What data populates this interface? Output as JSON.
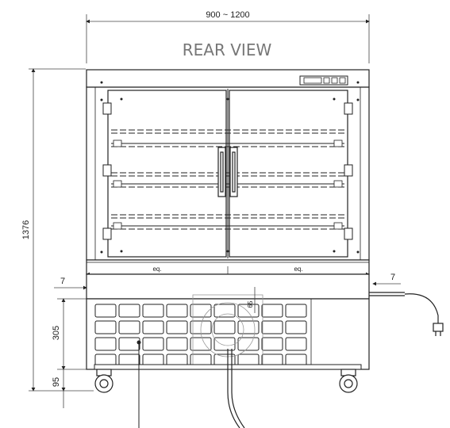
{
  "title": "REAR VIEW",
  "dimensions": {
    "width_range": "900 ~ 1200",
    "total_height": "1376",
    "lower_section": "305",
    "feet": "95",
    "left_offset": "7",
    "right_offset": "7",
    "left_eq": "eq.",
    "right_eq": "eq.",
    "small_gap": "65"
  },
  "colors": {
    "line": "#222222",
    "title_gray": "#777777",
    "dim_line": "#444444"
  }
}
